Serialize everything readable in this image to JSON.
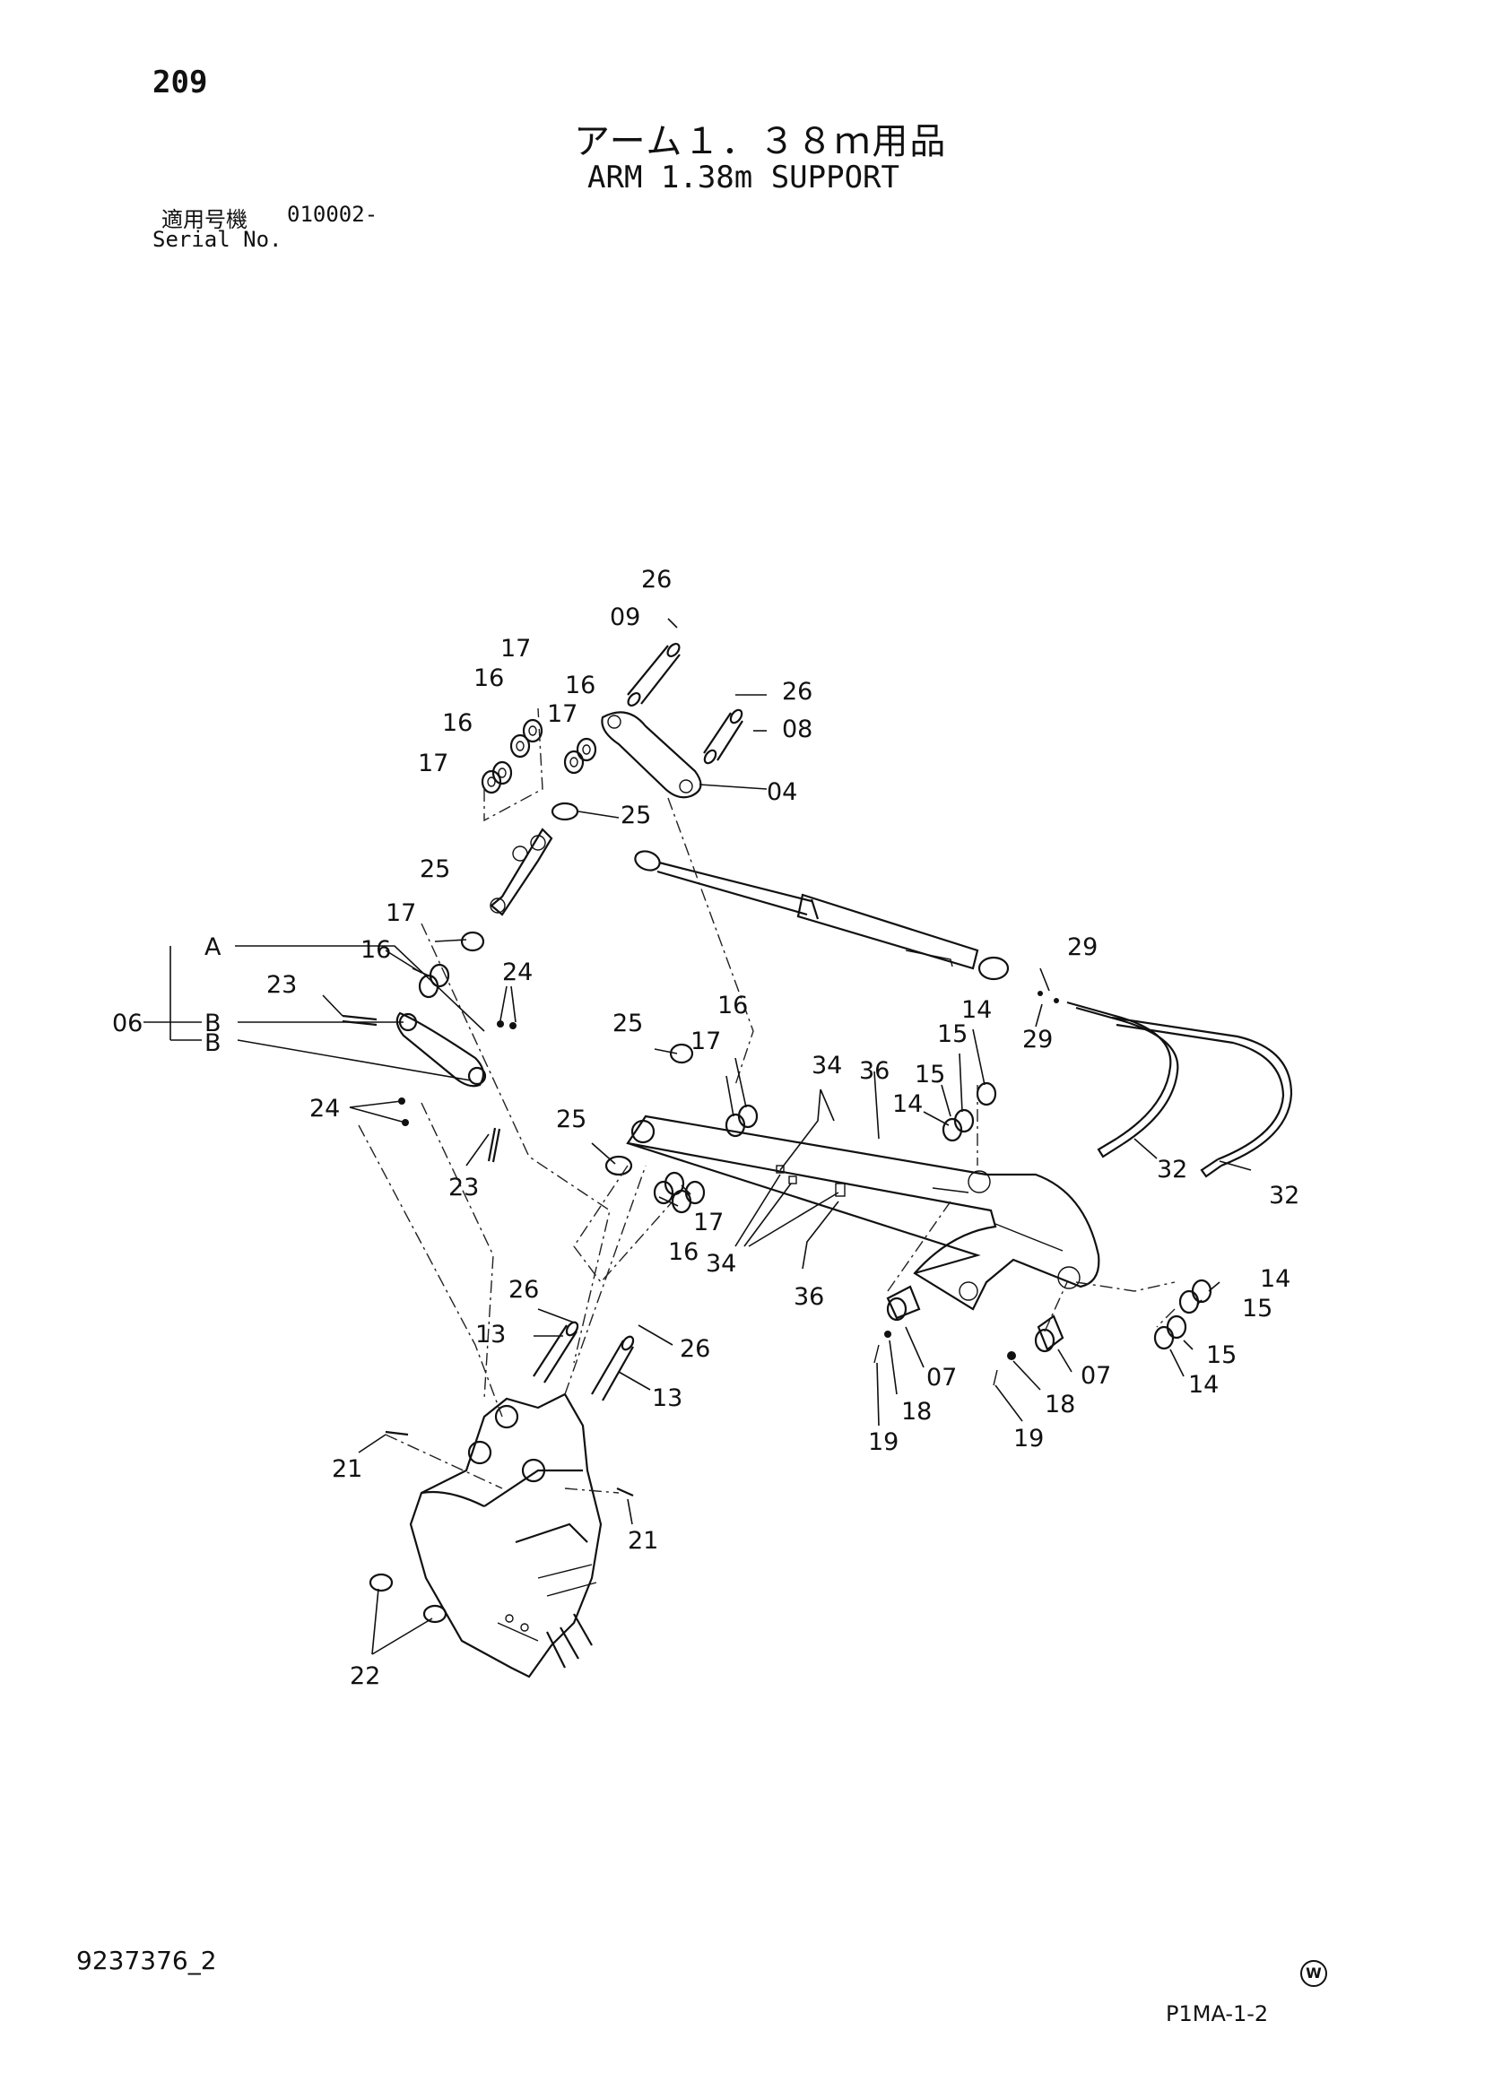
{
  "header": {
    "page_number": "209",
    "title_jp": "アーム１．３８ｍ用品",
    "title_en": "ARM 1.38m SUPPORT",
    "serial_label_jp": "適用号機",
    "serial_value": "010002-",
    "serial_label_en": "Serial No."
  },
  "footer": {
    "doc_number": "9237376_2",
    "mark": "W",
    "page_code": "P1MA-1-2"
  },
  "diagram": {
    "labels": {
      "l26a": "26",
      "l09": "09",
      "l26b": "26",
      "l08": "08",
      "l04": "04",
      "l17a": "17",
      "l16a": "16",
      "l16b": "16",
      "l17b": "17",
      "l16c": "16",
      "l17c": "17",
      "l25a": "25",
      "l25b": "25",
      "l17d": "17",
      "l16d": "16",
      "lA": "A",
      "l06": "06",
      "lB1": "B",
      "lB2": "B",
      "l23a": "23",
      "l24a": "24",
      "l24b": "24",
      "l23b": "23",
      "l25c": "25",
      "l17e": "17",
      "l16e": "16",
      "l25d": "25",
      "l17f": "17",
      "l16f": "16",
      "l34a": "34",
      "l34b": "34",
      "l36a": "36",
      "l36b": "36",
      "l29a": "29",
      "l29b": "29",
      "l14a": "14",
      "l15a": "15",
      "l15b": "15",
      "l14b": "14",
      "l32a": "32",
      "l32b": "32",
      "l14c": "14",
      "l15c": "15",
      "l15d": "15",
      "l14d": "14",
      "l07a": "07",
      "l07b": "07",
      "l18a": "18",
      "l18b": "18",
      "l19a": "19",
      "l19b": "19",
      "l26c": "26",
      "l13a": "13",
      "l26d": "26",
      "l13b": "13",
      "l21a": "21",
      "l21b": "21",
      "l22": "22"
    }
  }
}
